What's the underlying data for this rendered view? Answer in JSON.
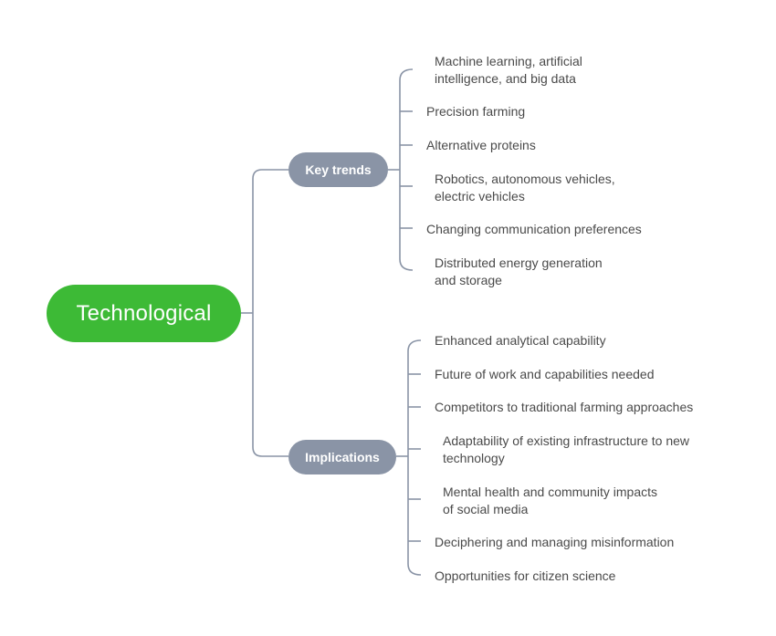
{
  "root": {
    "label": "Technological"
  },
  "branches": [
    {
      "label": "Key trends",
      "items": [
        "Machine learning, artificial\nintelligence, and big data",
        "Precision farming",
        "Alternative proteins",
        "Robotics, autonomous vehicles,\nelectric vehicles",
        "Changing communication preferences",
        "Distributed energy generation\nand storage"
      ]
    },
    {
      "label": "Implications",
      "items": [
        "Enhanced analytical capability",
        "Future of work and capabilities needed",
        "Competitors to traditional farming approaches",
        "Adaptability of existing infrastructure to new\ntechnology",
        "Mental health and community impacts\nof social media",
        "Deciphering and managing misinformation",
        "Opportunities for citizen science"
      ]
    }
  ],
  "colors": {
    "root": "#3dba36",
    "branch": "#8a94a6",
    "connector": "#8a94a6",
    "text": "#4a4a4a"
  }
}
